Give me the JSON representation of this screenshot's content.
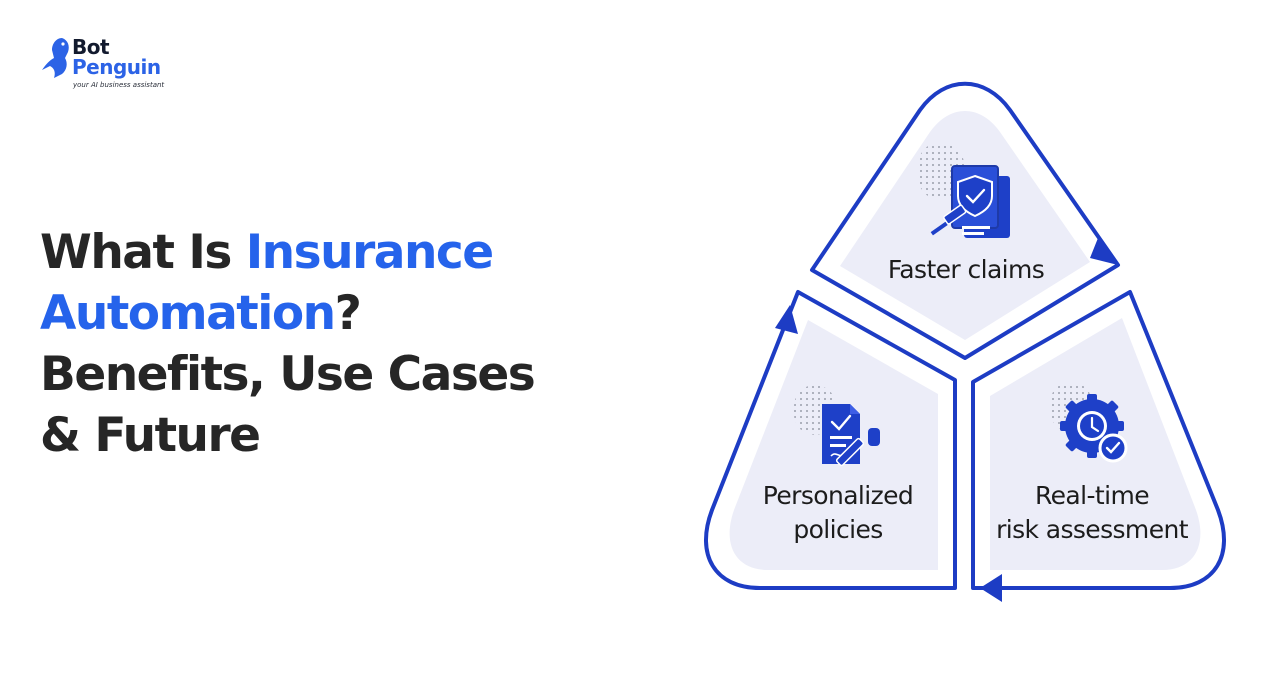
{
  "brand": {
    "line1": "Bot",
    "line2": "Penguin",
    "tagline": "your AI business assistant"
  },
  "headline": {
    "part1": "What Is ",
    "accent1": "Insurance",
    "accent2": "Automation",
    "part2": "?",
    "line3": "Benefits, Use Cases",
    "line4": "& Future"
  },
  "diagram": {
    "top_label": "Faster claims",
    "left_label_1": "Personalized",
    "left_label_2": "policies",
    "right_label_1": "Real-time",
    "right_label_2": "risk assessment"
  },
  "colors": {
    "brand_blue": "#2c63e6",
    "accent_blue": "#2563eb",
    "diagram_stroke": "#1d3cc4",
    "segment_fill": "#ecedf8",
    "icon_blue": "#1e40c8",
    "headline_dark": "#262626"
  },
  "icons": {
    "top": "shield-document-gavel-icon",
    "left": "signed-policy-document-icon",
    "right": "gear-clock-check-icon",
    "logo": "penguin-icon"
  }
}
